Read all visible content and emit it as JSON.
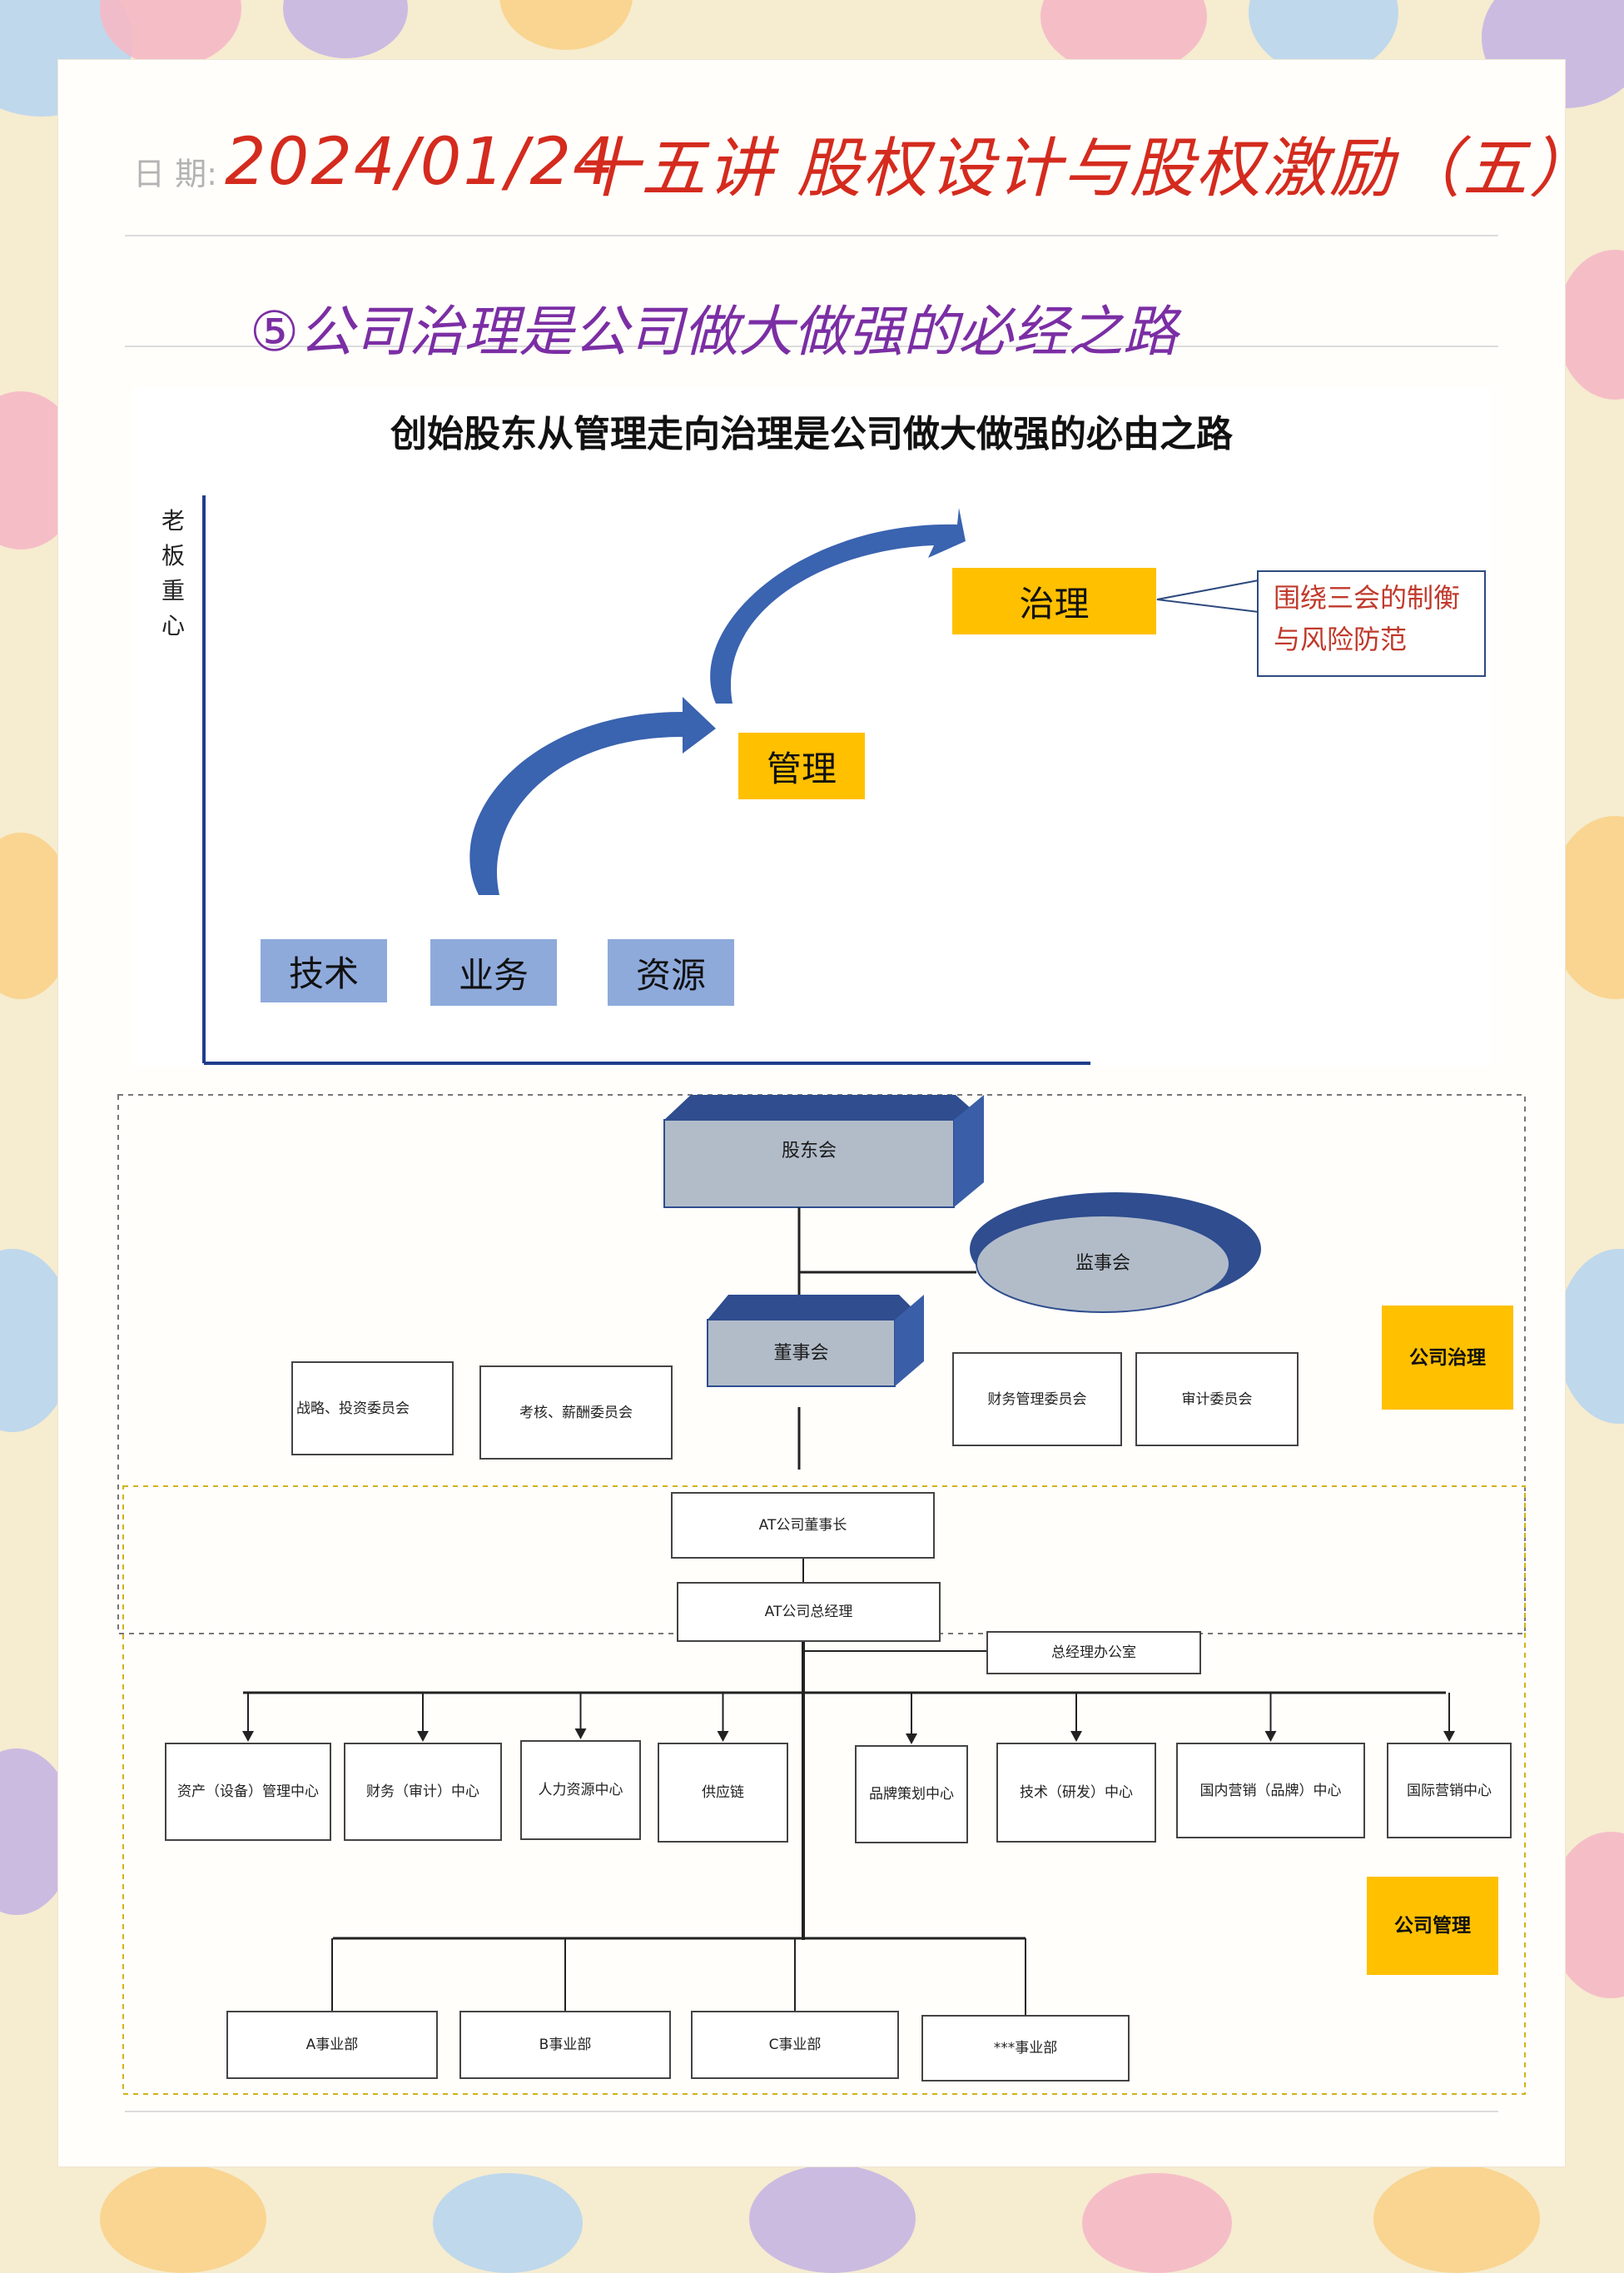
{
  "header": {
    "date_label": "日 期:",
    "date_value": "2024/01/24",
    "lesson_title": "十五讲 股权设计与股权激励（五）"
  },
  "section_heading": "⑤公司治理是公司做大做强的必经之路",
  "chart": {
    "title": "创始股东从管理走向治理是公司做大做强的必由之路",
    "y_axis_label": "老板重心",
    "base_boxes": [
      "技术",
      "业务",
      "资源"
    ],
    "middle_box": "管理",
    "top_box": "治理",
    "note": "围绕三会的制衡与风险防范"
  },
  "org_chart": {
    "shareholders": "股东会",
    "supervisors": "监事会",
    "board": "董事会",
    "committees": [
      "战略、投资委员会",
      "考核、薪酬委员会",
      "财务管理委员会",
      "审计委员会"
    ],
    "chairman": "AT公司董事长",
    "general_manager": "AT公司总经理",
    "gm_office": "总经理办公室",
    "centers": [
      "资产（设备）管理中心",
      "财务（审计）中心",
      "人力资源中心",
      "供应链",
      "品牌策划中心",
      "技术（研发）中心",
      "国内营销（品牌）中心",
      "国际营销中心"
    ],
    "divisions": [
      "A事业部",
      "B事业部",
      "C事业部",
      "***事业部"
    ],
    "governance_tag": "公司治理",
    "management_tag": "公司管理"
  },
  "colors": {
    "accent_red": "#d42b1e",
    "heading_purple": "#7b2ea4",
    "gold": "#ffc000",
    "blue_box": "#8eaadb",
    "arrow_blue": "#3a63b0"
  }
}
